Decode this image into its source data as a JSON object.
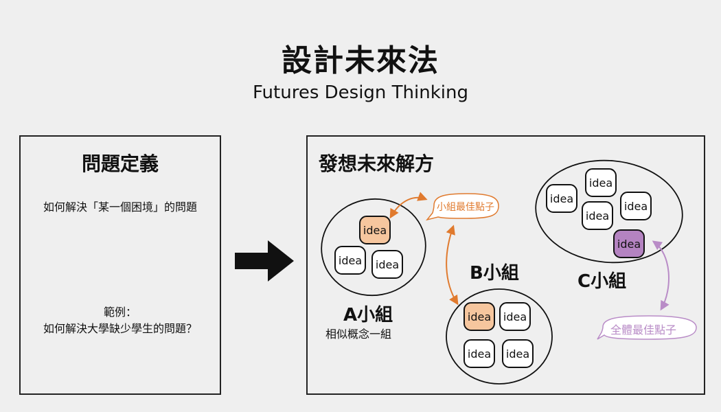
{
  "header": {
    "title": "設計未來法",
    "subtitle": "Futures Design Thinking"
  },
  "problem_box": {
    "title": "問題定義",
    "question": "如何解決「某一個困境」的問題",
    "example_label": "範例：",
    "example_text": "如何解決大學缺少學生的問題？"
  },
  "ideation_box": {
    "title": "發想未來解方",
    "idea_label": "idea",
    "group_a": {
      "name": "A小組",
      "subtitle": "相似概念一組"
    },
    "group_b": {
      "name": "B小組"
    },
    "group_c": {
      "name": "C小組"
    },
    "group_best_label": "小組最佳點子",
    "overall_best_label": "全體最佳點子"
  },
  "colors": {
    "orange_accent": "#e07a2e",
    "orange_fill": "#f6c69e",
    "purple_accent": "#b98cc7",
    "purple_fill": "#b483c1",
    "background": "#efefef"
  }
}
